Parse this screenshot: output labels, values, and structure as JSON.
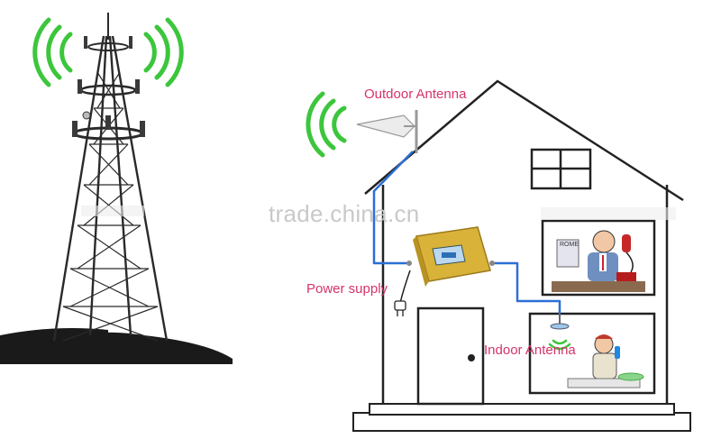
{
  "labels": {
    "outdoor_antenna": "Outdoor Antenna",
    "power_supply": "Power supply",
    "indoor_antenna": "Indoor Antenna"
  },
  "watermark": "trade.china.cn",
  "office_sign": "ROME",
  "colors": {
    "label_pink": "#d6336c",
    "signal_green": "#3cc63c",
    "cable_blue": "#2b6fd6",
    "booster_gold": "#d9b23a",
    "outline": "#222222",
    "ground": "#1a1a1a"
  },
  "icons": [
    "tower-icon",
    "signal-waves-icon",
    "antenna-icon",
    "booster-icon",
    "plug-icon",
    "house-icon",
    "person-icon",
    "phone-icon"
  ]
}
